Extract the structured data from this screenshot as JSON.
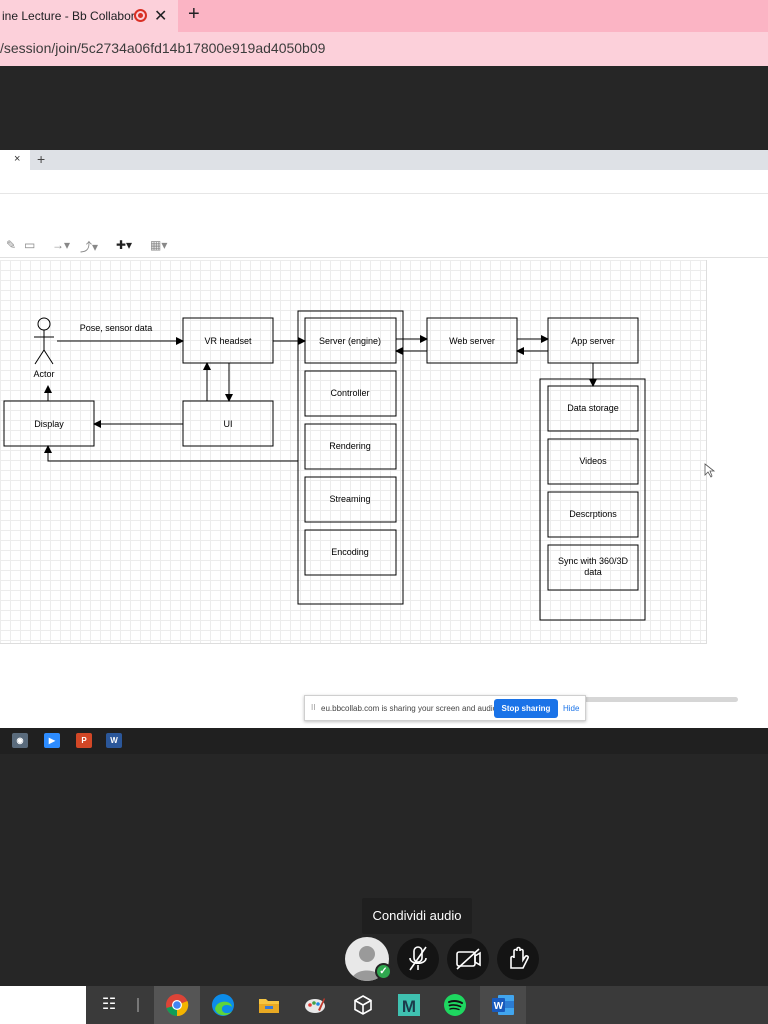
{
  "browser": {
    "tab_title": "ine Lecture - Bb Collabor",
    "tab_close": "✕",
    "new_tab": "+",
    "url": "/session/join/5c2734a06fd14b17800e919ad4050b09"
  },
  "shared_screen": {
    "inner_tab_close": "×",
    "inner_new_tab": "+",
    "share_notice": {
      "text": "eu.bbcollab.com is sharing your screen and audio.",
      "stop_label": "Stop sharing",
      "hide_label": "Hide",
      "grip": "II"
    },
    "inner_taskbar_icons": [
      "camera-icon",
      "zoom-icon",
      "powerpoint-icon",
      "word-icon"
    ]
  },
  "diagram": {
    "actor_label": "Actor",
    "edge_label": "Pose, sensor data",
    "nodes": {
      "vr_headset": "VR headset",
      "display": "Display",
      "ui": "UI",
      "server": "Server (engine)",
      "controller": "Controller",
      "rendering": "Rendering",
      "streaming": "Streaming",
      "encoding": "Encoding",
      "web_server": "Web server",
      "app_server": "App server",
      "data_storage": "Data storage",
      "videos": "Videos",
      "descriptions": "Descrptions",
      "sync_line1": "Sync with 360/3D",
      "sync_line2": "data"
    }
  },
  "call_controls": {
    "tooltip": "Condividi audio",
    "buttons": [
      "avatar",
      "microphone-muted-icon",
      "camera-off-icon",
      "raise-hand-icon"
    ]
  },
  "taskbar": {
    "icons": [
      "task-view-icon",
      "chrome-icon",
      "edge-icon",
      "file-explorer-icon",
      "paint-icon",
      "unity-icon",
      "m-app-icon",
      "spotify-icon",
      "word-icon"
    ]
  }
}
